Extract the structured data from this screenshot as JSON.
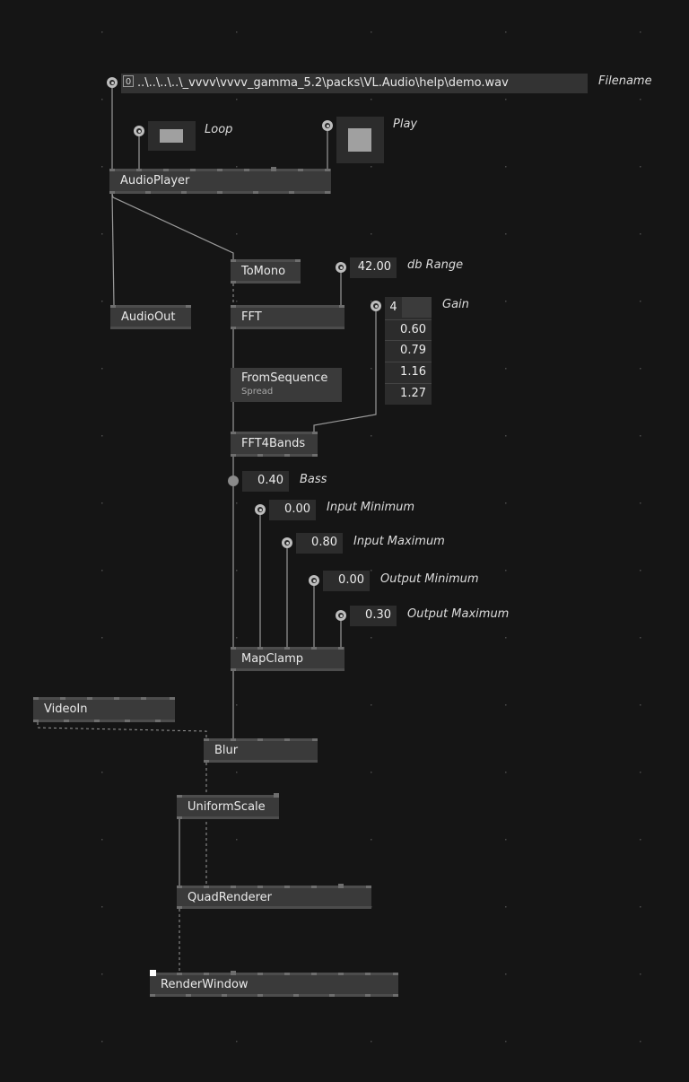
{
  "filename": {
    "count": "0",
    "value": "..\\..\\..\\..\\_vvvv\\vvvv_gamma_5.2\\packs\\VL.Audio\\help\\demo.wav",
    "label": "Filename"
  },
  "loop": {
    "label": "Loop",
    "checked": false
  },
  "play": {
    "label": "Play",
    "checked": false
  },
  "db_range": {
    "value": "42.00",
    "label": "db Range"
  },
  "gain": {
    "label": "Gain",
    "count": "4",
    "values": [
      "0.60",
      "0.79",
      "1.16",
      "1.27"
    ]
  },
  "bass": {
    "value": "0.40",
    "label": "Bass"
  },
  "input_minimum": {
    "value": "0.00",
    "label": "Input Minimum"
  },
  "input_maximum": {
    "value": "0.80",
    "label": "Input Maximum"
  },
  "output_minimum": {
    "value": "0.00",
    "label": "Output Minimum"
  },
  "output_maximum": {
    "value": "0.30",
    "label": "Output Maximum"
  },
  "nodes": {
    "audio_player": "AudioPlayer",
    "to_mono": "ToMono",
    "audio_out": "AudioOut",
    "fft": "FFT",
    "from_sequence": "FromSequence",
    "from_sequence_sub": "Spread",
    "fft4bands": "FFT4Bands",
    "map_clamp": "MapClamp",
    "video_in": "VideoIn",
    "blur": "Blur",
    "uniform_scale": "UniformScale",
    "quad_renderer": "QuadRenderer",
    "render_window": "RenderWindow"
  },
  "colors": {
    "background": "#151515",
    "node": "#3a3a3a",
    "wire": "#9a9a9a",
    "value_box": "#2c2c2c"
  }
}
